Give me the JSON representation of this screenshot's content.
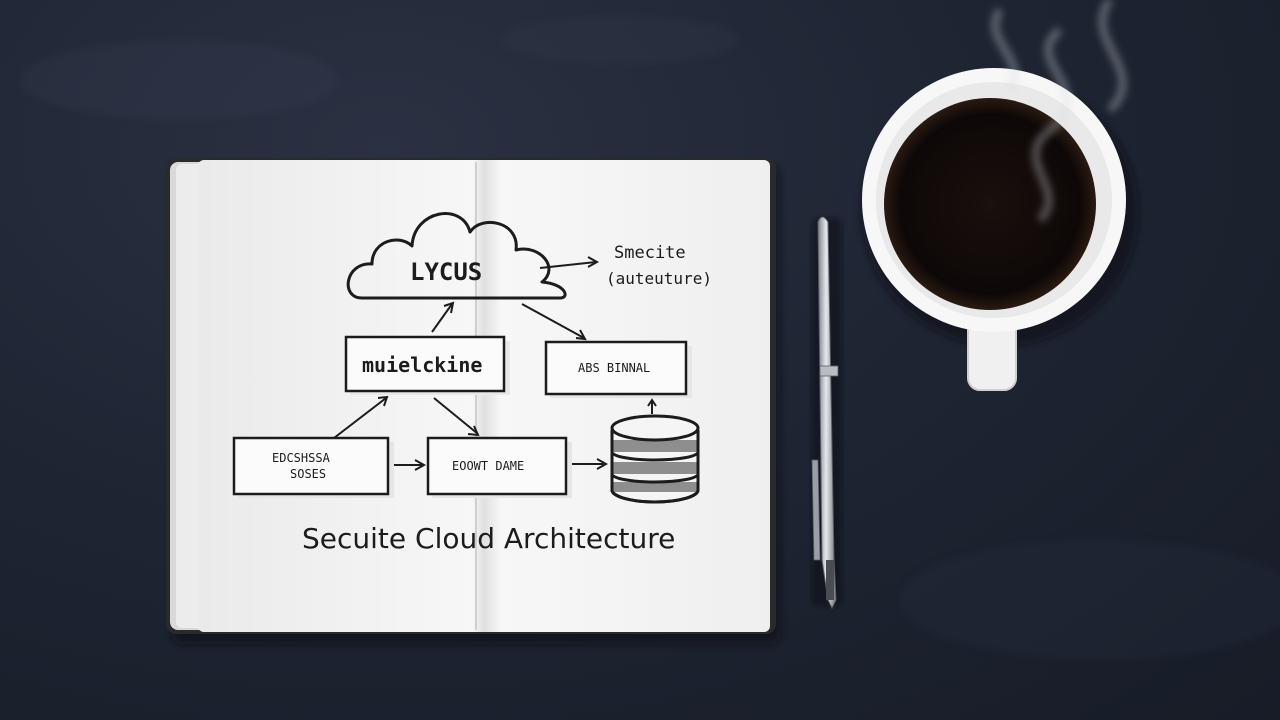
{
  "notebook": {
    "cloud_label": "LYCUS",
    "side_note_line1": "Smecite",
    "side_note_line2": "(auteuture)",
    "box_top_left": "muielckine",
    "box_top_right": "ABS BINNAL",
    "box_bottom_left_line1": "EDCSHSSA",
    "box_bottom_left_line2": "SOSES",
    "box_bottom_middle": "EOOWT DAME",
    "caption": "Secuite Cloud Architecture"
  },
  "colors": {
    "desk": "#1f2533",
    "paper": "#f4f4f4",
    "ink": "#1c1c1c",
    "coffee": "#120c0a",
    "cup": "#f5f5f5",
    "pen": "#c7c9cc"
  },
  "icons": {
    "cloud": "cloud-icon",
    "database": "database-icon",
    "pen": "pen-icon",
    "cup": "coffee-cup-icon"
  }
}
